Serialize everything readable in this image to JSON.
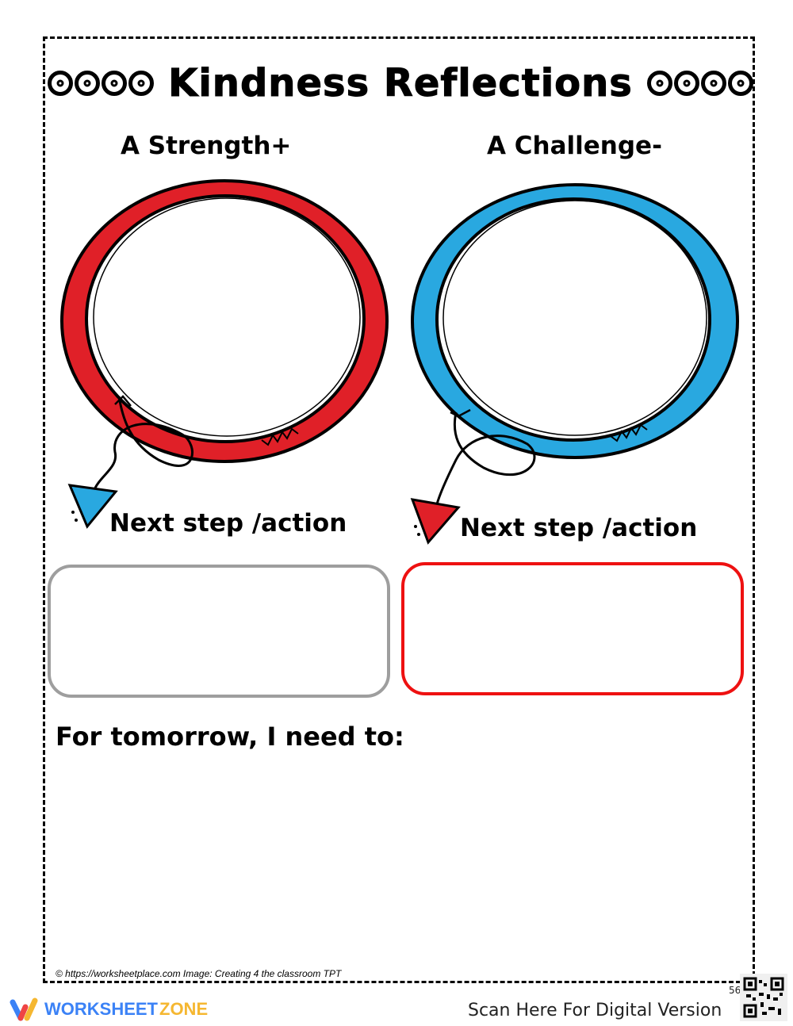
{
  "worksheet": {
    "title": "Kindness Reflections",
    "strength_label": "A Strength+",
    "challenge_label": "A Challenge-",
    "next_step_left": "Next step /action",
    "next_step_right": "Next step  /action",
    "tomorrow_label": "For tomorrow, I need to:"
  },
  "colors": {
    "red_ring": "#e02028",
    "blue_ring": "#29a8e0",
    "left_box_border": "#9e9e9e",
    "right_box_border": "#ee1111",
    "brand_blue": "#3b82f6",
    "brand_yellow": "#f5b731"
  },
  "footer": {
    "copyright": "© https://worksheetplace.com  Image: Creating 4 the classroom TPT",
    "brand_part1": "WORKSHEET",
    "brand_part2": "ZONE",
    "scan_text": "Scan Here For Digital Version",
    "page_number": "56"
  }
}
